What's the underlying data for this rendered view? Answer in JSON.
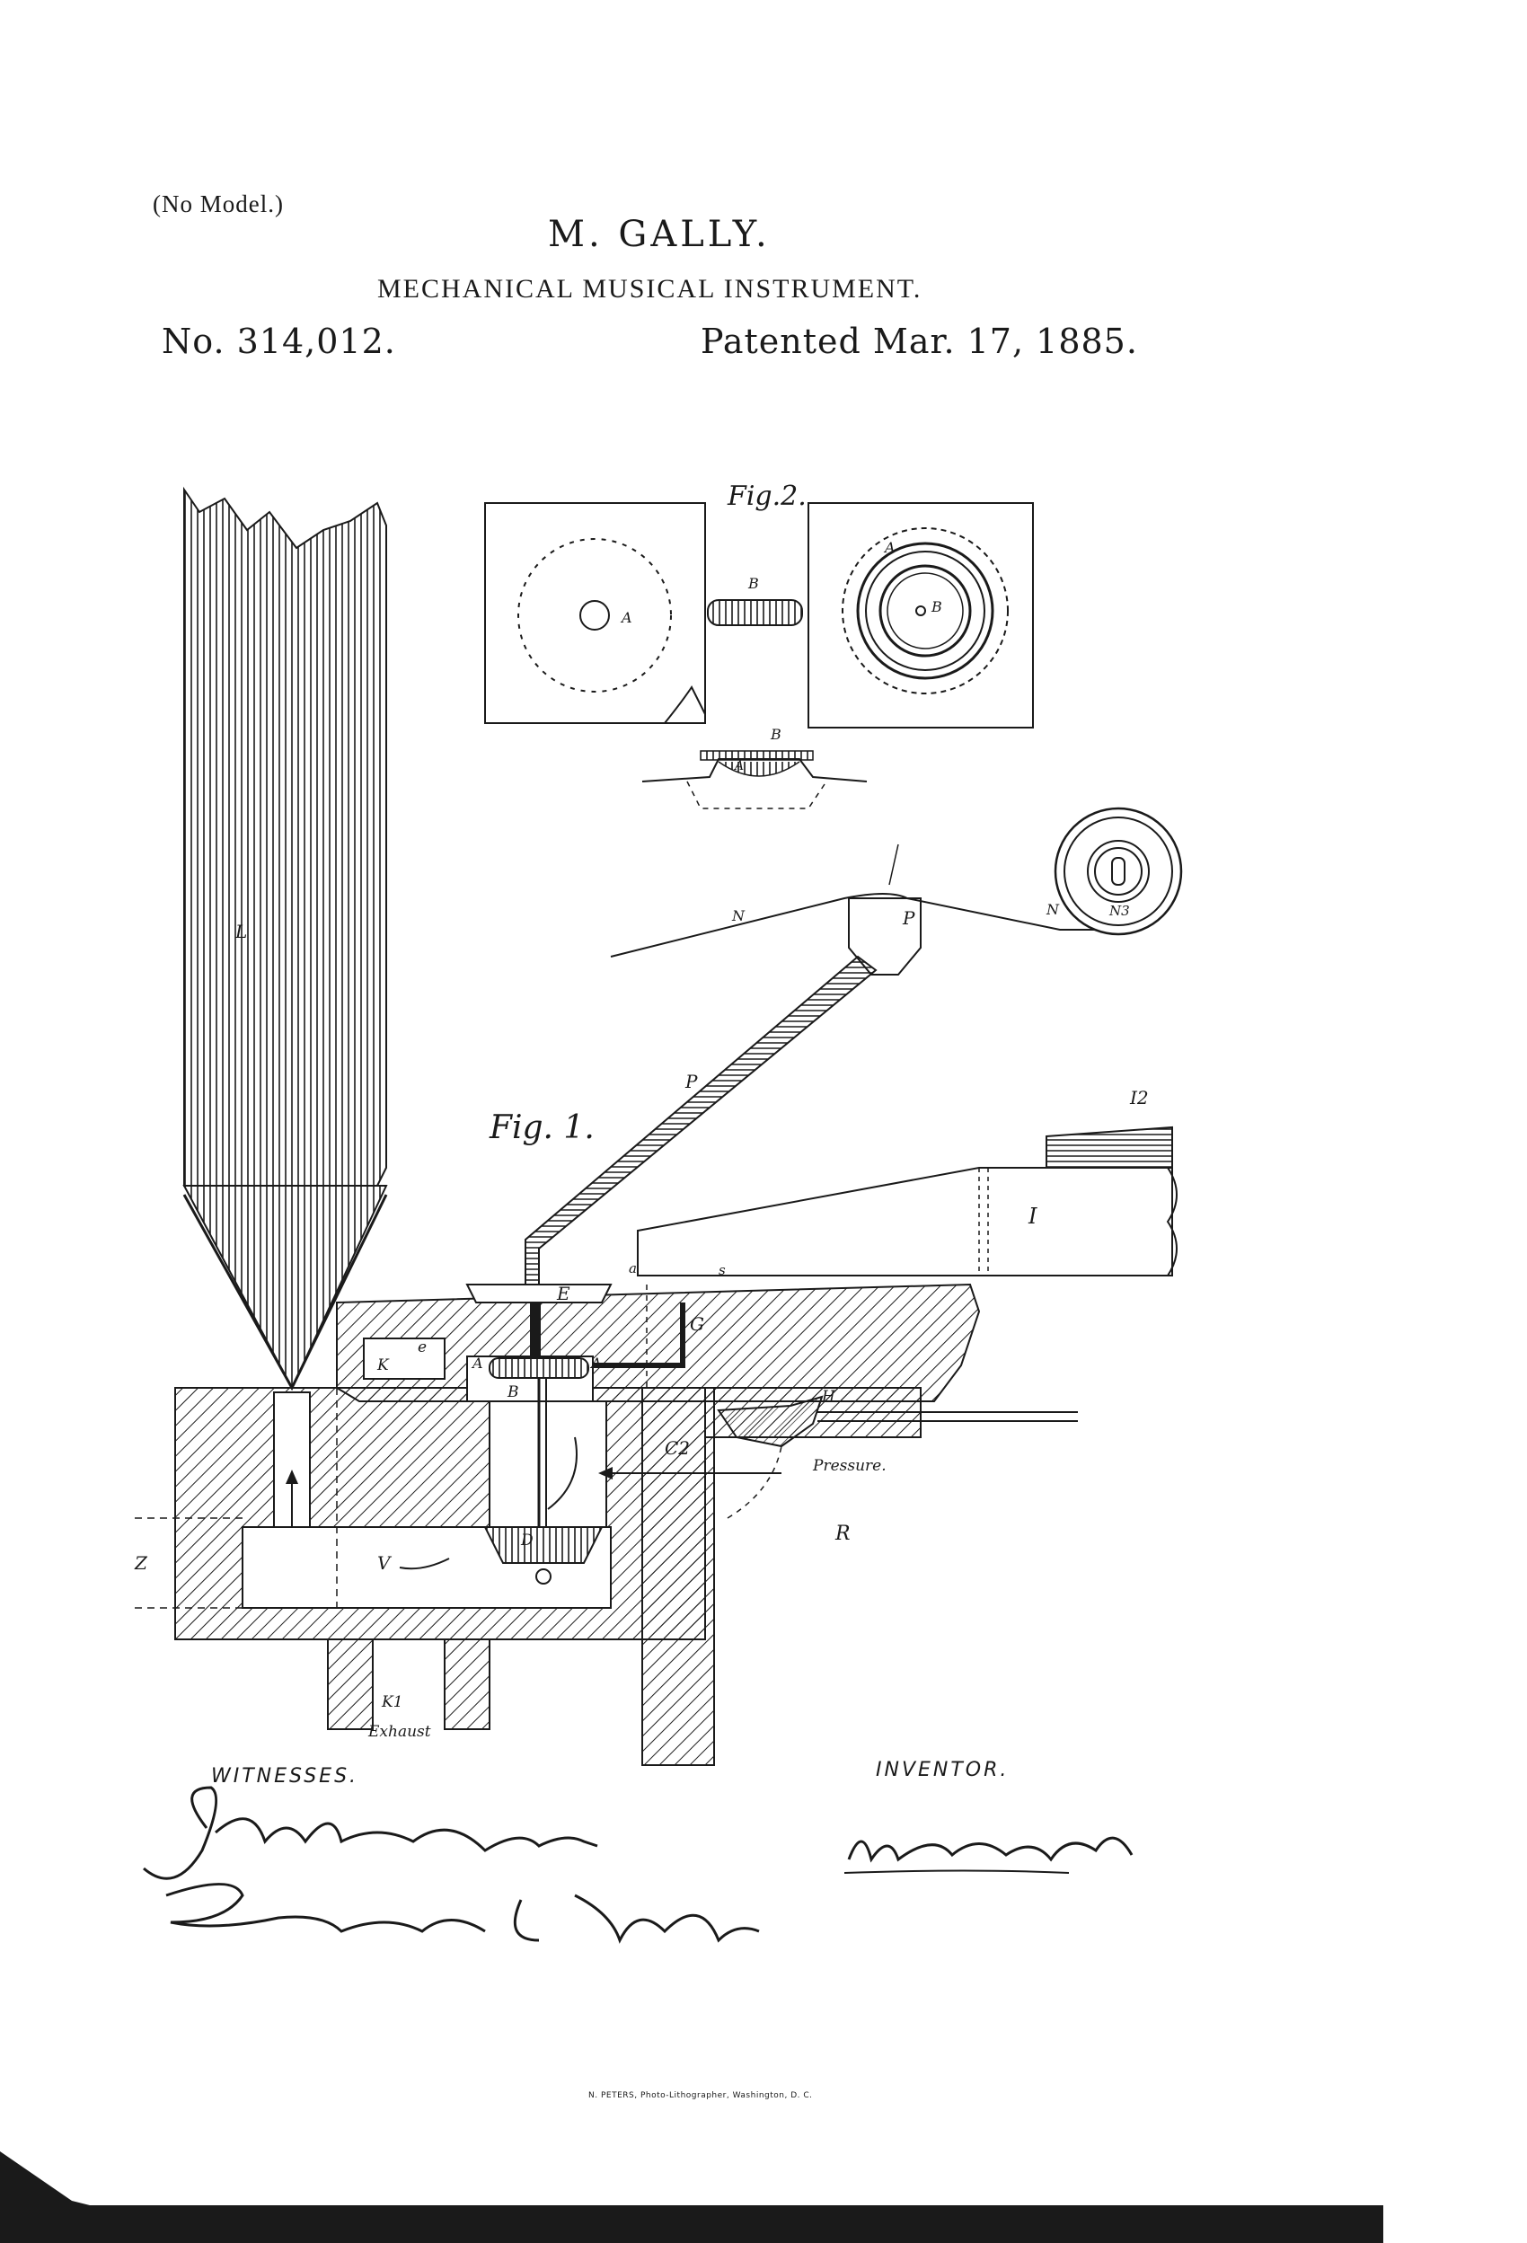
{
  "header": {
    "model_note": "(No Model.)",
    "inventor_name": "M. GALLY.",
    "title": "MECHANICAL MUSICAL INSTRUMENT.",
    "patent_number": "No. 314,012.",
    "patent_date": "Patented Mar. 17, 1885."
  },
  "figures": {
    "fig1_label": "Fig. 1.",
    "fig2_label": "Fig.2.",
    "labels": {
      "L": "L",
      "P": "P",
      "P_head": "P",
      "N_left": "N",
      "N_right": "N",
      "N3": "N3",
      "I": "I",
      "I2": "I2",
      "a": "a",
      "s": "s",
      "E": "E",
      "G": "G",
      "K": "K",
      "e": "e",
      "A_left": "A",
      "A_right": "A",
      "B": "B",
      "H": "H",
      "C2": "C2",
      "pressure": "Pressure.",
      "R": "R",
      "D": "D",
      "V": "V",
      "Z": "Z",
      "K1": "K1",
      "exhaust": "Exhaust",
      "fig2_A_left": "A",
      "fig2_B_mid": "B",
      "fig2_A_right": "A",
      "fig2_B_right": "B",
      "fig2_B_bottom": "B",
      "fig2_A_bottom": "A"
    }
  },
  "signatures": {
    "witnesses_label": "WITNESSES.",
    "inventor_label": "INVENTOR.",
    "witness_1": "John Thomson",
    "witness_2": "Frank E. Buck",
    "inventor": "Merritt Gally"
  },
  "imprint": "N. PETERS, Photo-Lithographer, Washington, D. C.",
  "colors": {
    "ink": "#1a1a1a",
    "paper": "#ffffff"
  }
}
